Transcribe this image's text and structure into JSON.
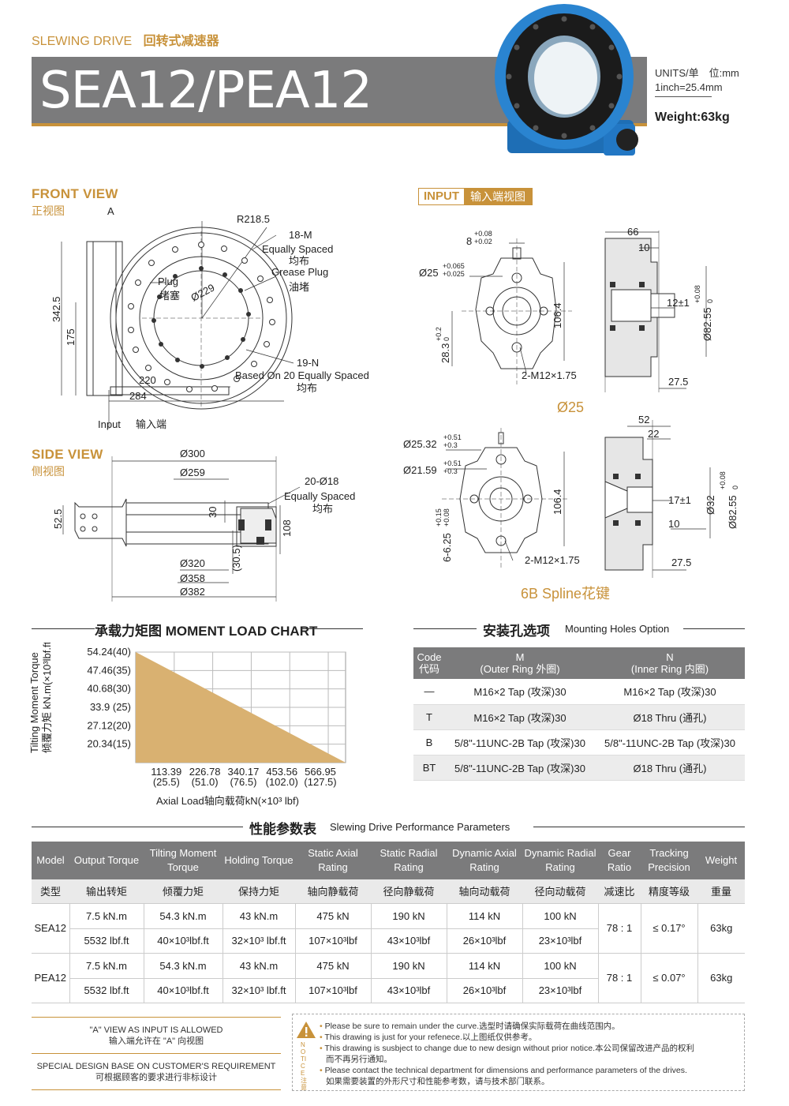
{
  "header": {
    "category_en": "SLEWING DRIVE",
    "category_cn": "回转式减速器",
    "model_title": "SEA12/PEA12",
    "units_line1": "UNITS/单　位:mm",
    "units_line2": "1inch=25.4mm",
    "weight": "Weight:63kg"
  },
  "front_view": {
    "title_en": "FRONT VIEW",
    "title_cn": "正视图",
    "labels": {
      "a": "A",
      "r": "R218.5",
      "m_code": "18-M",
      "m_equal": "Equally Spaced",
      "m_equal_cn": "均布",
      "grease_en": "Grease Plug",
      "grease_cn": "油堵",
      "plug_en": "Plug",
      "plug_cn": "堵塞",
      "dia229": "Ø229",
      "n_code": "19-N",
      "n_based": "Based On 20 Equally Spaced",
      "n_cn": "均布",
      "h342": "342.5",
      "h175": "175",
      "w220": "220",
      "w284": "284",
      "input_en": "Input",
      "input_cn": "输入端"
    }
  },
  "side_view": {
    "title_en": "SIDE VIEW",
    "title_cn": "侧视图",
    "labels": {
      "d300": "Ø300",
      "d259": "Ø259",
      "holes": "20-Ø18",
      "equal": "Equally Spaced",
      "equal_cn": "均布",
      "h52": "52.5",
      "h30": "30",
      "h108": "108",
      "h305": "(30.5)",
      "d320": "Ø320",
      "d358": "Ø358",
      "d382": "Ø382"
    }
  },
  "input_view": {
    "tag_en": "INPUT",
    "tag_cn": "输入端视图",
    "top": {
      "key_w": "8",
      "key_tol_u": "+0.08",
      "key_tol_l": "+0.02",
      "bore": "Ø25",
      "bore_tol_u": "+0.065",
      "bore_tol_l": "+0.025",
      "h283": "28.3",
      "h283_tol_u": "+0.2",
      "h283_tol_l": "0",
      "h1064": "106.4",
      "tap": "2-M12×1.75",
      "w66": "66",
      "w10": "10",
      "d12": "12±1",
      "d8255": "Ø82.55",
      "d8255_tol_u": "+0.08",
      "d8255_tol_l": "0",
      "w275": "27.5",
      "caption": "Ø25"
    },
    "bottom": {
      "d2532": "Ø25.32",
      "d2532_tol_u": "+0.51",
      "d2532_tol_l": "+0.3",
      "d2159": "Ø21.59",
      "d2159_tol_u": "+0.51",
      "d2159_tol_l": "+0.3",
      "spl": "6-6.25",
      "spl_tol_u": "+0.15",
      "spl_tol_l": "+0.08",
      "h1064": "106.4",
      "tap": "2-M12×1.75",
      "w52": "52",
      "w22": "22",
      "d17": "17±1",
      "d32": "Ø32",
      "w10": "10",
      "d8255": "Ø82.55",
      "d8255_tol_u": "+0.08",
      "d8255_tol_l": "0",
      "w275": "27.5",
      "caption": "6B Spline花键"
    }
  },
  "chart_data": {
    "type": "area",
    "title": "承载力矩图 MOMENT LOAD CHART",
    "xlabel": "Axial Load轴向载荷kN(×10³ lbf)",
    "ylabel": "Tilting Moment Torque 倾覆力矩 kN.m(×10³lbf.ft)",
    "y_ticks": [
      "54.24(40)",
      "47.46(35)",
      "40.68(30)",
      "33.9 (25)",
      "27.12(20)",
      "20.34(15)"
    ],
    "x_ticks_kn": [
      "113.39",
      "226.78",
      "340.17",
      "453.56",
      "566.95"
    ],
    "x_ticks_lbf": [
      "(25.5)",
      "(51.0)",
      "(76.5)",
      "(102.0)",
      "(127.5)"
    ],
    "x": [
      0,
      566.95
    ],
    "y": [
      54.24,
      13.56
    ],
    "xlim": [
      0,
      566.95
    ],
    "ylim": [
      13.56,
      54.24
    ],
    "grid": true,
    "fill_color": "#d9b171"
  },
  "mounting": {
    "title_cn": "安装孔选项",
    "title_en": "Mounting Holes Option",
    "headers": {
      "code": "Code",
      "code_cn": "代码",
      "m": "M",
      "m_sub": "(Outer Ring 外圈)",
      "n": "N",
      "n_sub": "(Inner Ring 内圈)"
    },
    "rows": [
      {
        "code": "—",
        "m": "M16×2 Tap (攻深)30",
        "n": "M16×2 Tap (攻深)30"
      },
      {
        "code": "T",
        "m": "M16×2 Tap (攻深)30",
        "n": "Ø18 Thru (通孔)"
      },
      {
        "code": "B",
        "m": "5/8\"-11UNC-2B Tap (攻深)30",
        "n": "5/8\"-11UNC-2B Tap (攻深)30"
      },
      {
        "code": "BT",
        "m": "5/8\"-11UNC-2B Tap (攻深)30",
        "n": "Ø18 Thru (通孔)"
      }
    ]
  },
  "performance": {
    "title_cn": "性能参数表",
    "title_en": "Slewing Drive Performance Parameters",
    "headers_en": [
      "Model",
      "Output Torque",
      "Tilting Moment Torque",
      "Holding Torque",
      "Static Axial Rating",
      "Static Radial Rating",
      "Dynamic Axial Rating",
      "Dynamic Radial Rating",
      "Gear Ratio",
      "Tracking Precision",
      "Weight"
    ],
    "headers_cn": [
      "类型",
      "输出转矩",
      "倾覆力矩",
      "保持力矩",
      "轴向静载荷",
      "径向静载荷",
      "轴向动载荷",
      "径向动载荷",
      "减速比",
      "精度等级",
      "重量"
    ],
    "models": [
      {
        "name": "SEA12",
        "metric": [
          "7.5 kN.m",
          "54.3 kN.m",
          "43 kN.m",
          "475 kN",
          "190 kN",
          "114 kN",
          "100 kN"
        ],
        "imperial": [
          "5532 lbf.ft",
          "40×10³lbf.ft",
          "32×10³ lbf.ft",
          "107×10³lbf",
          "43×10³lbf",
          "26×10³lbf",
          "23×10³lbf"
        ],
        "ratio": "78 : 1",
        "precision": "≤ 0.17°",
        "weight": "63kg"
      },
      {
        "name": "PEA12",
        "metric": [
          "7.5 kN.m",
          "54.3 kN.m",
          "43 kN.m",
          "475 kN",
          "190 kN",
          "114 kN",
          "100 kN"
        ],
        "imperial": [
          "5532 lbf.ft",
          "40×10³lbf.ft",
          "32×10³ lbf.ft",
          "107×10³lbf",
          "43×10³lbf",
          "26×10³lbf",
          "23×10³lbf"
        ],
        "ratio": "78 : 1",
        "precision": "≤ 0.07°",
        "weight": "63kg"
      }
    ]
  },
  "footer": {
    "view_en": "\"A\" VIEW AS INPUT IS ALLOWED",
    "view_cn": "输入端允许在 \"A\" 向视图",
    "design_en": "SPECIAL DESIGN BASE ON CUSTOMER'S REQUIREMENT",
    "design_cn": "可根据顾客的要求进行非标设计",
    "notice_label": "NOTICE 注意",
    "notes": [
      "Please be sure to remain under the curve.选型时请确保实际载荷在曲线范围内。",
      "This drawing is just for your refenece.以上图纸仅供参考。",
      "This drawing is susbject to change due to new design without prior notice.本公司保留改进产品的权利",
      "而不再另行通知。",
      "Please contact the technical department for dimensions and performance parameters of the drives.",
      "如果需要装置的外形尺寸和性能参考数，请与技术部门联系。"
    ]
  }
}
